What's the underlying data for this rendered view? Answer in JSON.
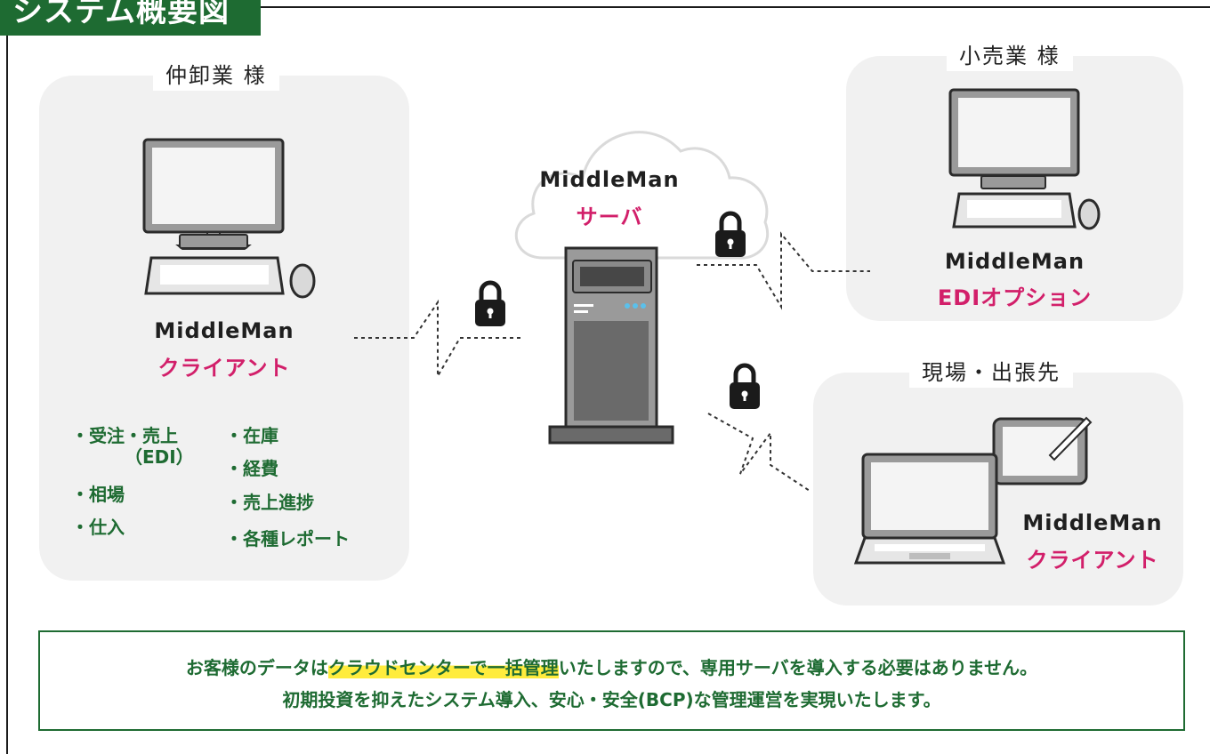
{
  "title": "システム概要図",
  "wholesaler": {
    "label": "仲卸業 様",
    "product": "MiddleMan",
    "product_sub": "クライアント",
    "features_left": [
      "・受注・売上",
      "・相場",
      "・仕入"
    ],
    "features_left_sub": "（EDI）",
    "features_right": [
      "・在庫",
      "・経費",
      "・売上進捗",
      "・各種レポート"
    ]
  },
  "server": {
    "product": "MiddleMan",
    "product_sub": "サーバ"
  },
  "retailer": {
    "label": "小売業 様",
    "product": "MiddleMan",
    "product_sub": "EDIオプション"
  },
  "field": {
    "label": "現場・出張先",
    "product": "MiddleMan",
    "product_sub": "クライアント"
  },
  "notice": {
    "line1_before": "お客様のデータは",
    "line1_highlight": "クラウドセンターで一括管理",
    "line1_after": "いたしますので、専用サーバを導入する必要はありません。",
    "line2": "初期投資を抑えたシステム導入、安心・安全(BCP)な管理運営を実現いたします。"
  },
  "colors": {
    "brand_green": "#1e6b32",
    "accent_pink": "#d21f6a",
    "highlight_yellow": "#ffec3d",
    "panel_gray": "#f1f1f1"
  },
  "icons": [
    "desktop-computer-icon",
    "cloud-icon",
    "server-tower-icon",
    "padlock-icon",
    "laptop-icon",
    "tablet-pen-icon"
  ]
}
